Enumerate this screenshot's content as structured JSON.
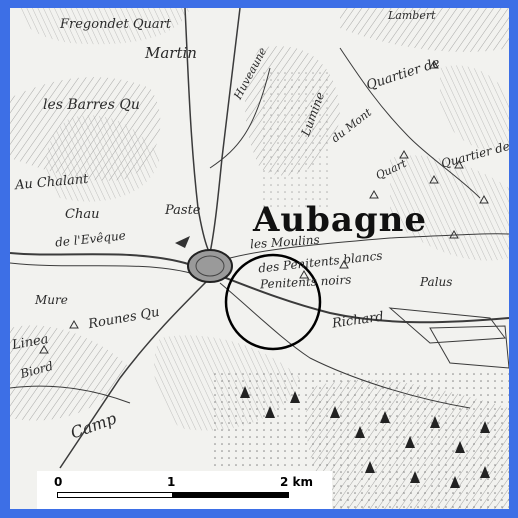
{
  "map": {
    "colors": {
      "frame": "#3d6fe6",
      "paper": "#f2f2ef",
      "ink": "#2a2a2a"
    },
    "labels": {
      "town": "Aubagne",
      "top_left": "Fregondet Quart",
      "martin": "Martin",
      "lambert": "Lambert",
      "les_barres": "les Barres Qu",
      "quartier_de": "Quartier de",
      "au_chalant": "Au Chalant",
      "huveaune": "Huveaune",
      "lumine": "Lumine",
      "quartier_des": "Quartier des",
      "chau": "Chau",
      "de_leveque": "de l'Evêque",
      "paste": "Paste",
      "moulins": "les Moulins",
      "penitents_blancs": "des Penitents blancs",
      "penitents_noirs": "Penitents noirs",
      "palus": "Palus",
      "du_mont": "du Mont",
      "quart": "Quart",
      "mure": "Mure",
      "rounes": "Rounes Qu",
      "linea": "Linea",
      "richard": "Richard",
      "biord": "Biord",
      "camp": "Camp"
    },
    "scale": {
      "tick_0": "0",
      "tick_1": "1",
      "tick_2": "2 km"
    },
    "highlight": "circle-marker"
  }
}
